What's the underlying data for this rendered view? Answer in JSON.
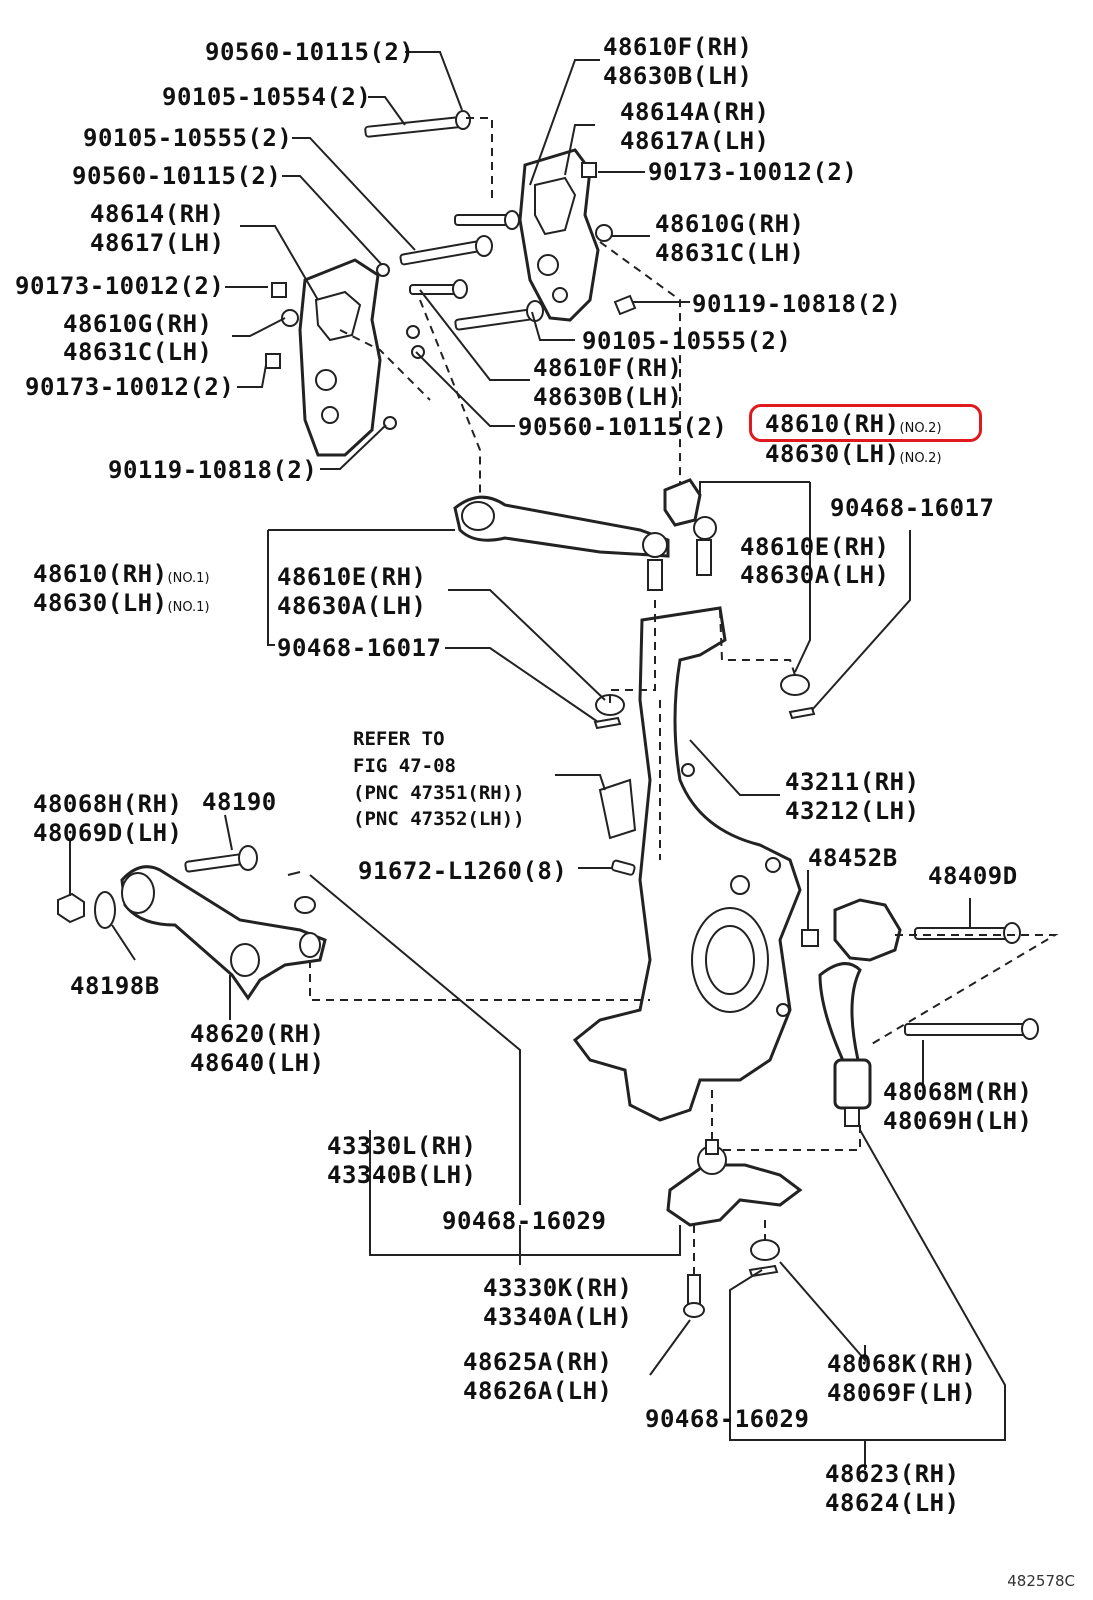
{
  "labels": {
    "l01": "90560-10115(2)",
    "l02": "90105-10554(2)",
    "l03": "90105-10555(2)",
    "l04": "90560-10115(2)",
    "l05a": "48614(RH)",
    "l05b": "48617(LH)",
    "l06": "90173-10012(2)",
    "l07a": "48610G(RH)",
    "l07b": "48631C(LH)",
    "l08": "90173-10012(2)",
    "l09": "90119-10818(2)",
    "l10a": "48610F(RH)",
    "l10b": "48630B(LH)",
    "l11a": "48614A(RH)",
    "l11b": "48617A(LH)",
    "l12": "90173-10012(2)",
    "l13a": "48610G(RH)",
    "l13b": "48631C(LH)",
    "l14": "90119-10818(2)",
    "l15": "90105-10555(2)",
    "l16a": "48610F(RH)",
    "l16b": "48630B(LH)",
    "l17": "90560-10115(2)",
    "l18a": "48610(RH)",
    "l18a_note": "(NO.2)",
    "l18b": "48630(LH)",
    "l18b_note": "(NO.2)",
    "l19": "90468-16017",
    "l20a": "48610E(RH)",
    "l20b": "48630A(LH)",
    "l21a": "48610(RH)",
    "l21a_note": "(NO.1)",
    "l21b": "48630(LH)",
    "l21b_note": "(NO.1)",
    "l22a": "48610E(RH)",
    "l22b": "48630A(LH)",
    "l23": "90468-16017",
    "ref1": "REFER TO",
    "ref2": "FIG 47-08",
    "ref3": "(PNC 47351(RH))",
    "ref4": "(PNC 47352(LH))",
    "l24a": "43211(RH)",
    "l24b": "43212(LH)",
    "l25a": "48068H(RH)",
    "l25b": "48069D(LH)",
    "l26": "48190",
    "l27": "91672-L1260(8)",
    "l28": "48452B",
    "l29": "48409D",
    "l30": "48198B",
    "l31a": "48620(RH)",
    "l31b": "48640(LH)",
    "l32a": "48068M(RH)",
    "l32b": "48069H(LH)",
    "l33a": "43330L(RH)",
    "l33b": "43340B(LH)",
    "l34": "90468-16029",
    "l35a": "43330K(RH)",
    "l35b": "43340A(LH)",
    "l36a": "48625A(RH)",
    "l36b": "48626A(LH)",
    "l37a": "48068K(RH)",
    "l37b": "48069F(LH)",
    "l38": "90468-16029",
    "l39a": "48623(RH)",
    "l39b": "48624(LH)"
  },
  "diagram_code": "482578C",
  "highlight_color": "#e0191f"
}
